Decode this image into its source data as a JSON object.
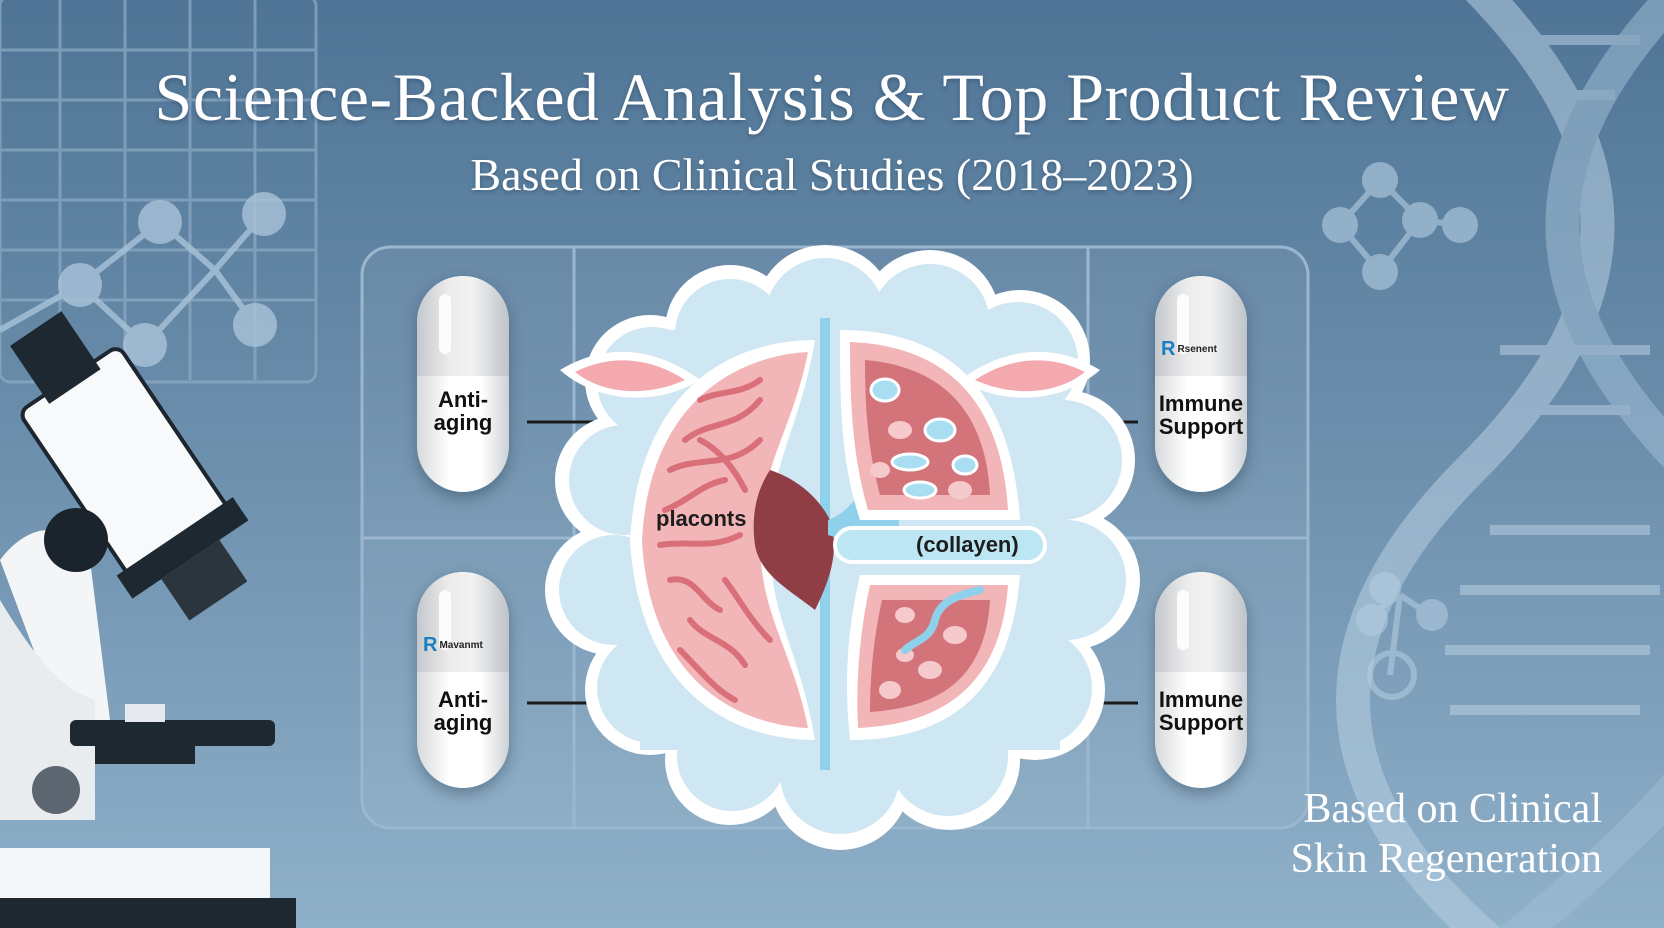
{
  "header": {
    "title": "Science-Backed Analysis & Top Product Review",
    "subtitle": "Based on Clinical Studies (2018–2023)"
  },
  "capsules": [
    {
      "label_line1": "Anti-",
      "label_line2": "aging",
      "brand": ""
    },
    {
      "label_line1": "Immune",
      "label_line2": "Support",
      "brand": "Rsenent"
    },
    {
      "label_line1": "Anti-",
      "label_line2": "aging",
      "brand": "Mavanmt"
    },
    {
      "label_line1": "Immune",
      "label_line2": "Support",
      "brand": ""
    }
  ],
  "organ": {
    "left_label": "placonts",
    "right_label": "(collayen)"
  },
  "footer": {
    "caption_line1": "Based on Clinical",
    "caption_line2": "Skin Regeneration"
  },
  "icons": [
    "microscope-icon",
    "dna-helix-icon",
    "molecule-icon",
    "grid-chart-icon",
    "placenta-illustration"
  ],
  "colors": {
    "background": "#5b7fa0",
    "tissue_pink": "#f4b6b8",
    "tissue_red": "#d9767c",
    "core": "#8f3e45",
    "cloud_blue": "#cfe6f3",
    "vessel_blue": "#8fd0ea",
    "brand_blue": "#1a7fc2"
  }
}
